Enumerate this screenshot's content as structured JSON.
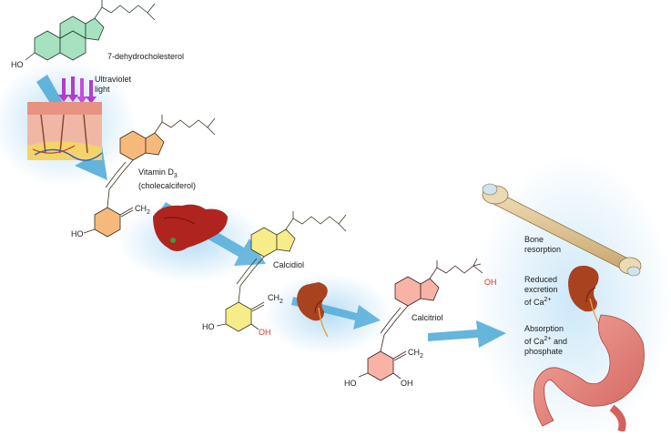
{
  "labels": {
    "dehydro": "7-dehydrocholesterol",
    "uv_line1": "Ultraviolet",
    "uv_line2": "light",
    "vitd_main": "Vitamin D",
    "vitd_sub": "3",
    "vitd_line2": "(cholecalciferol)",
    "calcidiol": "Calcidiol",
    "calcitriol": "Calcitriol",
    "bone_line1": "Bone",
    "bone_line2": "resorption",
    "red_line1": "Reduced",
    "red_line2": "excretion",
    "red_line3_pre": "of Ca",
    "red_line3_sup": "2+",
    "abs_line1": "Absorption",
    "abs_line2_pre": "of Ca",
    "abs_line2_sup": "2+",
    "abs_line2_post": " and",
    "abs_line3": "phosphate"
  },
  "groups": {
    "ho": "HO",
    "oh": "OH",
    "ch2": "CH",
    "ch2_sub": "2"
  },
  "colors": {
    "green_ring": "#a6e2bf",
    "orange_ring": "#f6b97c",
    "yellow_ring": "#f7ec8a",
    "pink_ring": "#f6b3a6",
    "arrow": "#4aa8d6",
    "liver": "#b0241f",
    "kidney": "#a8421f",
    "bone": "#dcc396",
    "stomach": "#e8827a",
    "oh_red": "#e0302a"
  },
  "icons": [
    "uv-light-icon",
    "skin-icon",
    "liver-icon",
    "kidney-icon",
    "bone-icon",
    "stomach-icon"
  ]
}
